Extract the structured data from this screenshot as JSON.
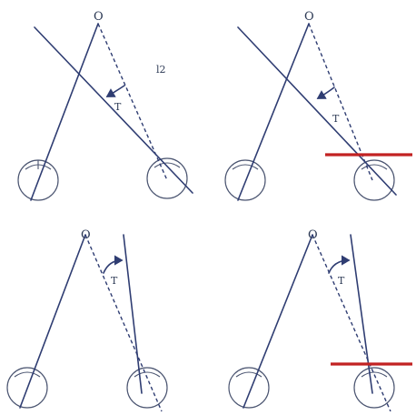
{
  "labels": {
    "origin": "O",
    "angle": "T",
    "line_label": "l2"
  },
  "panels": [
    {
      "name": "top-left",
      "reference_bar": false
    },
    {
      "name": "top-right",
      "reference_bar": true
    },
    {
      "name": "bottom-left",
      "reference_bar": false
    },
    {
      "name": "bottom-right",
      "reference_bar": true
    }
  ],
  "colors": {
    "line": "#2f3d72",
    "eye_outline": "#4a5470",
    "reference_bar": "#c22222"
  }
}
